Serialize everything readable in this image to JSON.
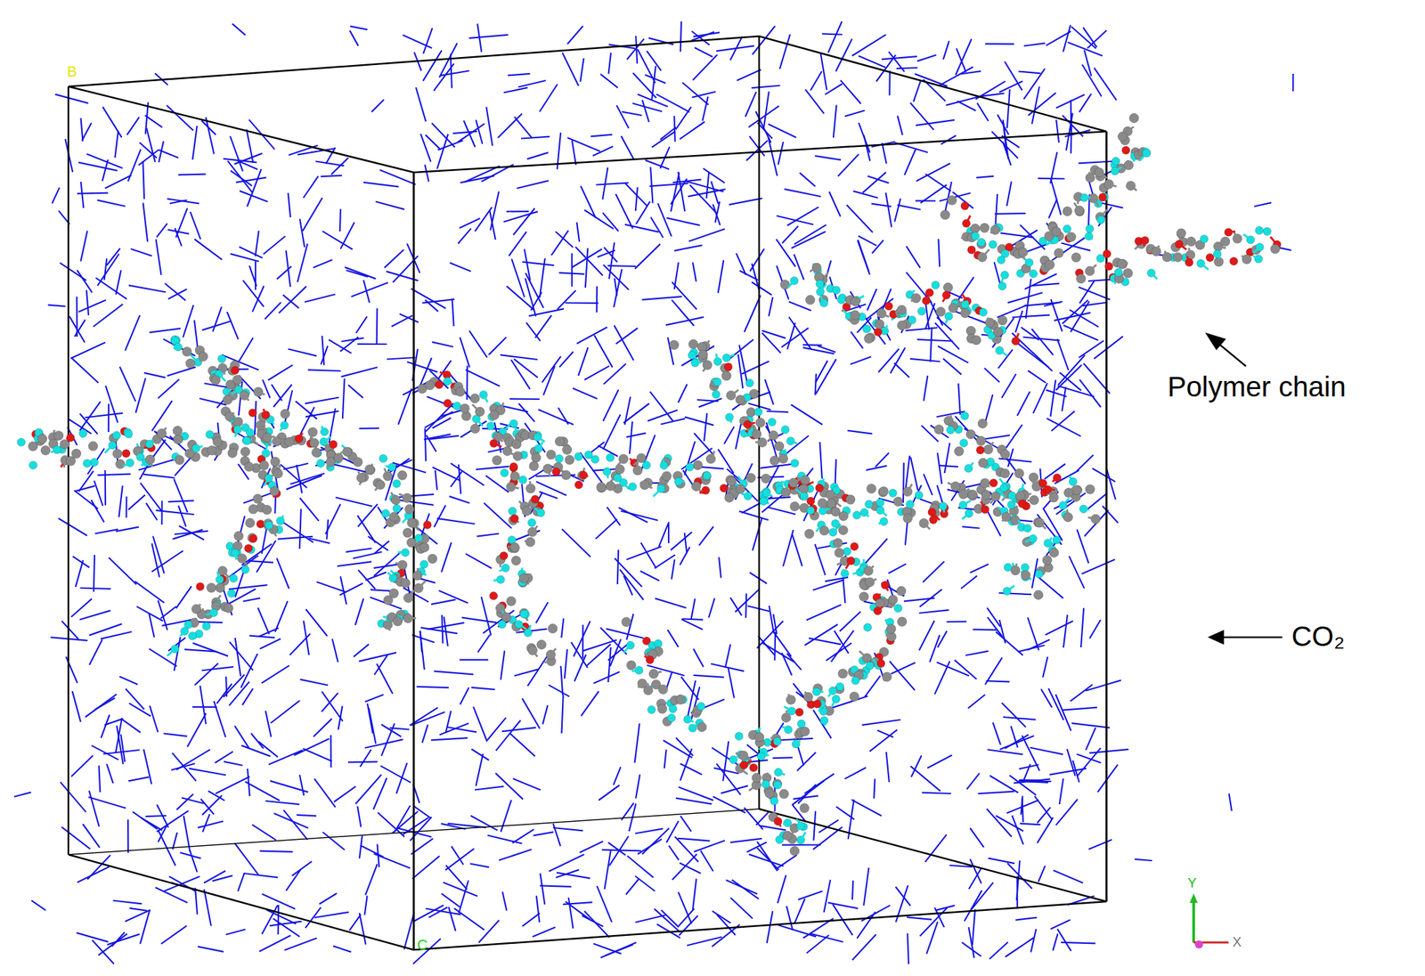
{
  "diagram": {
    "labels": [
      "B",
      "Polymer chain",
      "CO₂",
      "C",
      "Y",
      "X"
    ]
  }
}
